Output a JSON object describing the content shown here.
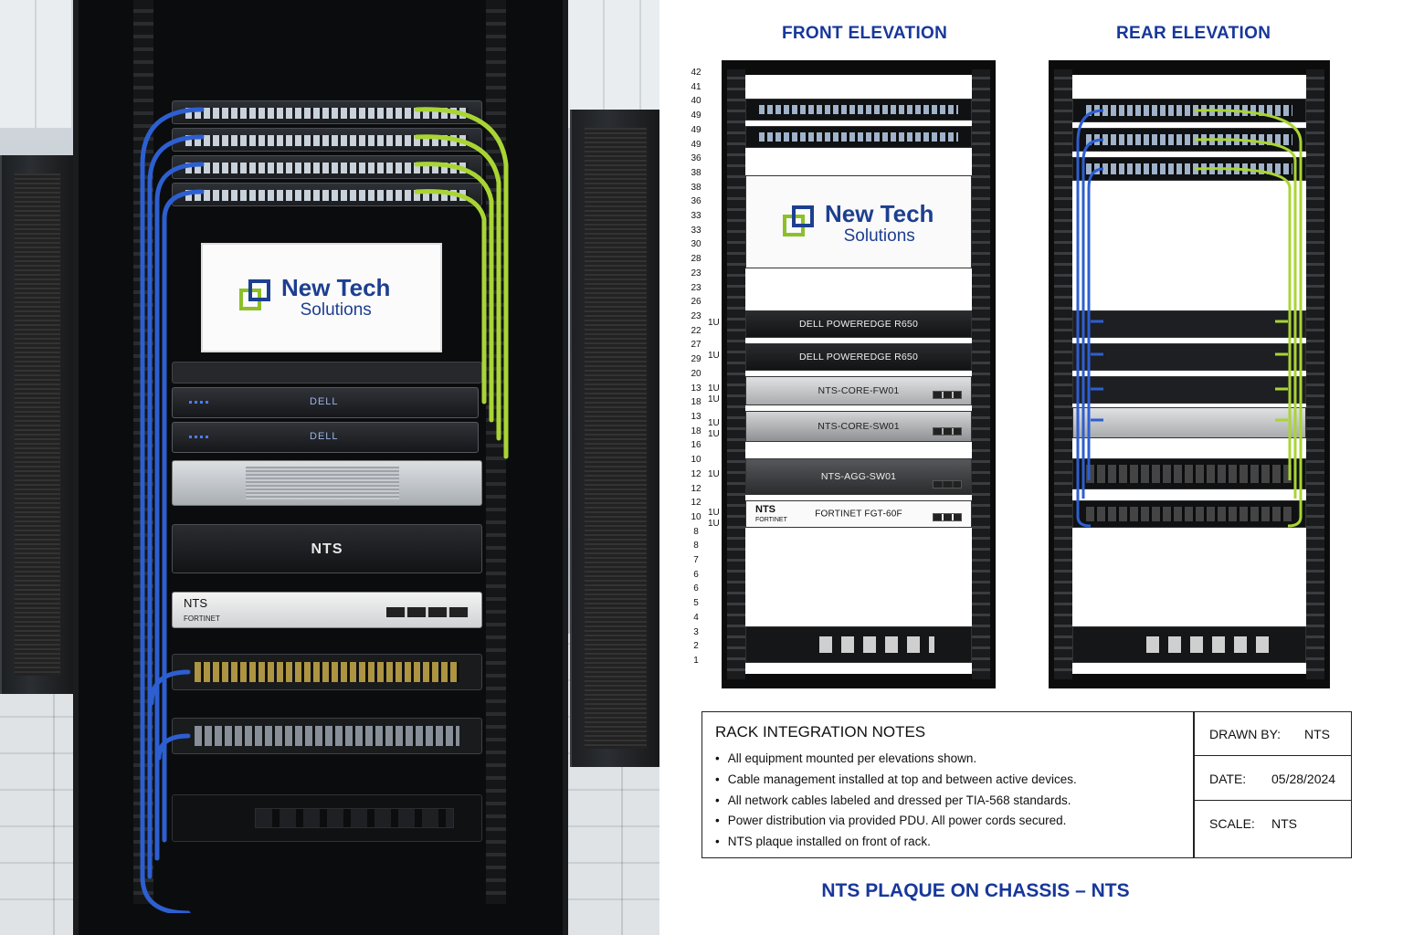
{
  "photo": {
    "plaque": {
      "brand_line1": "New Tech",
      "brand_line2": "Solutions"
    },
    "devices": {
      "server1_logo": "DELL",
      "server2_logo": "DELL",
      "nts_unit_label": "NTS",
      "fortinet_label_top": "NTS",
      "fortinet_label_bottom": "FORTINET"
    }
  },
  "front": {
    "title": "FRONT ELEVATION",
    "plaque": {
      "brand_line1": "New Tech",
      "brand_line2": "Solutions"
    },
    "devices": [
      {
        "label": "DELL POWEREDGE R650"
      },
      {
        "label": "DELL POWEREDGE R650"
      },
      {
        "label": "NTS-CORE-FW01"
      },
      {
        "label": "NTS-CORE-SW01"
      },
      {
        "label": "NTS-AGG-SW01"
      },
      {
        "label": "FORTINET FGT-60F",
        "sub_top": "NTS",
        "sub_bottom": "FORTINET"
      }
    ],
    "unit_numbers": [
      "42",
      "41",
      "40",
      "49",
      "49",
      "49",
      "36",
      "38",
      "38",
      "36",
      "33",
      "33",
      "30",
      "28",
      "23",
      "23",
      "26",
      "23",
      "22",
      "27",
      "29",
      "20",
      "13",
      "18",
      "13",
      "18",
      "16",
      "10",
      "12",
      "12",
      "12",
      "10",
      "8",
      "8",
      "7",
      "6",
      "6",
      "5",
      "4",
      "3",
      "2",
      "1"
    ],
    "unit_size_labels": [
      "1U",
      "1U",
      "1U",
      "1U",
      "1U",
      "1U",
      "1U",
      "1U",
      "1U"
    ]
  },
  "rear": {
    "title": "REAR ELEVATION"
  },
  "notes": {
    "title": "RACK INTEGRATION NOTES",
    "items": [
      "All equipment mounted per elevations shown.",
      "Cable management installed at top and between active devices.",
      "All network cables labeled and dressed per TIA-568 standards.",
      "Power distribution via provided PDU. All power cords secured.",
      "NTS plaque installed on front of rack."
    ],
    "drawn_by_label": "DRAWN BY:",
    "drawn_by": "NTS",
    "date_label": "DATE:",
    "date": "05/28/2024",
    "scale_label": "SCALE:",
    "scale": "NTS"
  },
  "footer": "NTS PLAQUE ON CHASSIS – NTS",
  "colors": {
    "brand_blue": "#1d3f8f",
    "brand_green": "#8cbf2a",
    "title_blue": "#17379a",
    "cable_blue": "#2d5fd1",
    "cable_green": "#a9d534"
  }
}
